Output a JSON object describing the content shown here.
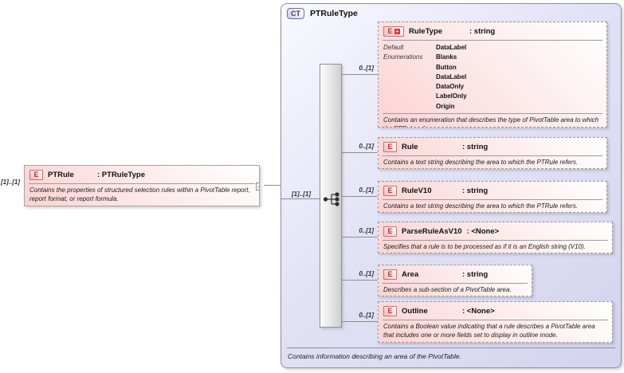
{
  "icons": {
    "element_letter": "E",
    "complex_type_letter": "CT"
  },
  "colors": {
    "element_fill_accent": "#fbd3d3",
    "container_fill_accent": "#d3d3ee",
    "icon_letter_red": "#cf2a2a",
    "enumeration_badge_red": "#e84a4a",
    "connector_gray": "#8d8d8d"
  },
  "diagram": {
    "root_element": {
      "cardinality": "[1]..[1]",
      "name": "PTRule",
      "type": ": PTRuleType",
      "annotation": "Contains the properties of structured selection rules within a PivotTable report, report format, or report formula."
    },
    "complex_type": {
      "badge": "CT",
      "title": "PTRuleType",
      "sequence_cardinality": "[1]..[1]",
      "annotation": "Contains information describing an area of the PivotTable.",
      "elements": [
        {
          "cardinality": "0..[1]",
          "name": "RuleType",
          "type": ": string",
          "facets": {
            "default_label": "Default",
            "default_value": "DataLabel",
            "enumerations_label": "Enumerations",
            "enumerations": [
              "Blanks",
              "Button",
              "DataLabel",
              "DataOnly",
              "LabelOnly",
              "Origin"
            ]
          },
          "annotation": "Contains an enumeration that describes the type of PivotTable area to which the PTRule refers."
        },
        {
          "cardinality": "0..[1]",
          "name": "Rule",
          "type": ": string",
          "annotation": "Contains a text string describing the area to which the PTRule refers."
        },
        {
          "cardinality": "0..[1]",
          "name": "RuleV10",
          "type": ": string",
          "annotation": "Contains a text string describing the area to which the PTRule refers."
        },
        {
          "cardinality": "0..[1]",
          "name": "ParseRuleAsV10",
          "type": ": <None>",
          "annotation": "Specifies that a rule is to be processed as if it is an English string (V10)."
        },
        {
          "cardinality": "0..[1]",
          "name": "Area",
          "type": ": string",
          "annotation": "Describes a sub-section of a PivotTable area."
        },
        {
          "cardinality": "0..[1]",
          "name": "Outline",
          "type": ": <None>",
          "annotation": "Contains a Boolean value indicating that a rule describes a PivotTable area that includes one or more fields set to display in outline mode."
        }
      ]
    }
  }
}
